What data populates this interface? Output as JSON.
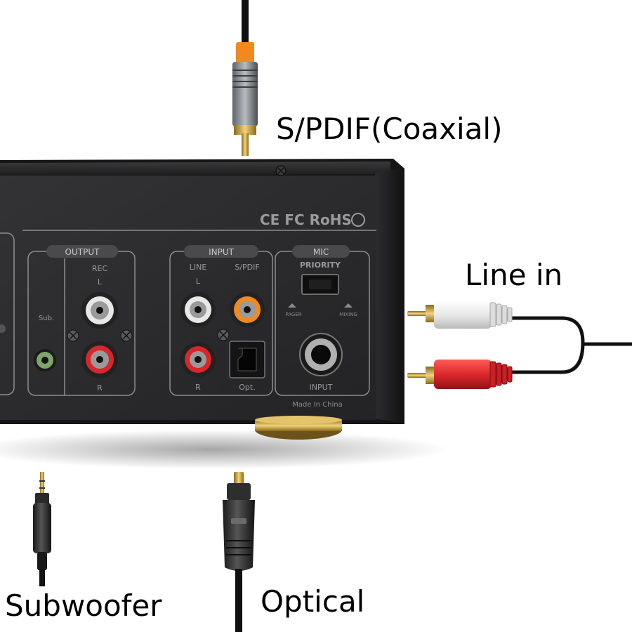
{
  "callouts": {
    "spdif": "S/PDIF(Coaxial)",
    "line_in": "Line in",
    "subwoofer": "Subwoofer",
    "optical": "Optical"
  },
  "panel": {
    "cert_marks": "CE FC RoHS",
    "output": {
      "title": "OUTPUT",
      "rec": "REC",
      "left": "L",
      "right": "R",
      "sub": "Sub."
    },
    "input": {
      "title": "INPUT",
      "line": "LINE",
      "spdif": "S/PDIF",
      "left": "L",
      "right": "R",
      "opt": "Opt."
    },
    "mic": {
      "title": "MIC",
      "priority": "PRIORITY",
      "pager": "PAGER",
      "mixing": "MIXING",
      "input": "INPUT"
    },
    "made_in": "Made In China"
  },
  "colors": {
    "chassis": "#1e1e1f",
    "panel": "#2a2a2c",
    "silkscreen": "#9a9a9c",
    "rca_white": "#e8e8e8",
    "rca_red": "#d8262a",
    "coax_orange": "#f08a1e",
    "gold": "#d4a93a"
  },
  "icons": [
    "rca-jack-icon",
    "optical-jack-icon",
    "quarter-inch-jack-icon",
    "rca-plug-icon",
    "toslink-plug-icon",
    "mini-jack-plug-icon"
  ]
}
